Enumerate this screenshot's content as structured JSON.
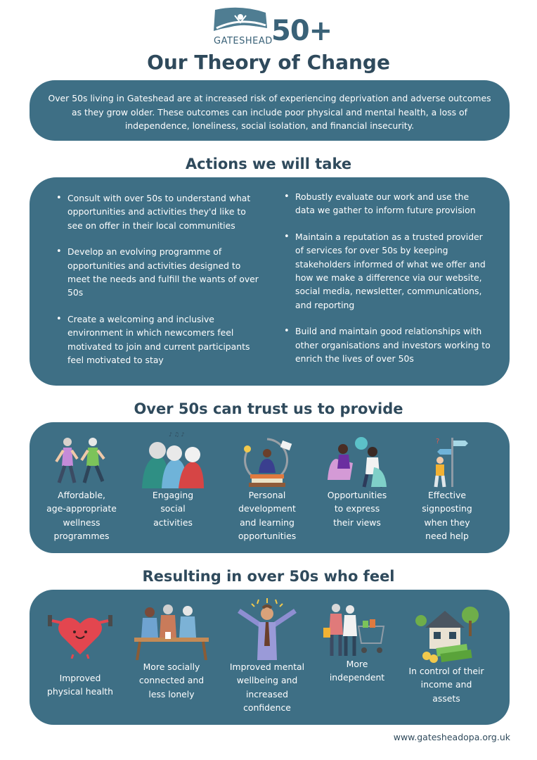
{
  "logo": {
    "wordmark": "GATESHEAD",
    "number": "50+"
  },
  "title": "Our Theory of Change",
  "intro": "Over 50s living in Gateshead are at increased risk of experiencing deprivation and adverse outcomes as they grow older.  These outcomes can include poor physical and mental health, a loss of independence, loneliness, social isolation, and financial insecurity.",
  "actions": {
    "heading": "Actions we will take",
    "left": [
      "Consult with over 50s to understand what opportunities and activities they'd like to see on offer in their local communities",
      "Develop an evolving programme of opportunities and activities designed to meet the needs and fulfill the wants of over 50s",
      "Create a welcoming and inclusive environment in which newcomers feel motivated to join and current participants feel motivated to stay"
    ],
    "right": [
      "Robustly evaluate our work and use the data we gather to inform future provision",
      "Maintain a reputation as a trusted provider of services for over 50s by keeping stakeholders  informed of what we offer and how we make a difference via our website, social media, newsletter, communications, and reporting",
      "Build and maintain good relationships with other organisations and investors working to enrich the lives of over 50s"
    ]
  },
  "provide": {
    "heading": "Over 50s can trust us to provide",
    "items": [
      {
        "label": "Affordable,\nage-appropriate\nwellness\nprogrammes",
        "icon": "walking-couple-icon"
      },
      {
        "label": "Engaging\nsocial\nactivities",
        "icon": "singing-friends-icon"
      },
      {
        "label": "Personal\ndevelopment\nand learning\nopportunities",
        "icon": "reading-person-icon"
      },
      {
        "label": "Opportunities\nto express\ntheir views",
        "icon": "conversation-icon"
      },
      {
        "label": "Effective\nsignposting\nwhen they\nneed help",
        "icon": "signpost-icon"
      }
    ]
  },
  "feel": {
    "heading": "Resulting in over 50s who feel",
    "items": [
      {
        "label": "Improved\nphysical health",
        "icon": "strong-heart-icon"
      },
      {
        "label": "More socially\nconnected and\nless lonely",
        "icon": "card-game-icon"
      },
      {
        "label": "Improved mental\nwellbeing and\nincreased\nconfidence",
        "icon": "joyful-person-icon"
      },
      {
        "label": "More\nindependent",
        "icon": "shopping-couple-icon"
      },
      {
        "label": "In control of their\nincome and\nassets",
        "icon": "house-money-icon"
      }
    ]
  },
  "footer": "www.gatesheadopa.org.uk",
  "colors": {
    "panel": "#3e6f85",
    "heading": "#2f4a5c"
  }
}
